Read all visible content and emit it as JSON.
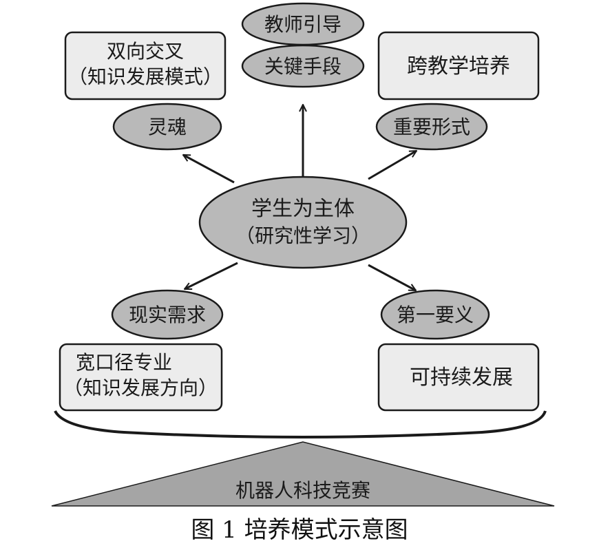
{
  "center": {
    "line1": "学生为主体",
    "line2": "（研究性学习）"
  },
  "top": {
    "upper": "教师引导",
    "lower": "关键手段"
  },
  "upper_left": {
    "ellipse": "灵魂",
    "box_line1": "双向交叉",
    "box_line2": "（知识发展模式）"
  },
  "upper_right": {
    "ellipse": "重要形式",
    "box": "跨教学培养"
  },
  "lower_left": {
    "ellipse": "现实需求",
    "box_line1": "宽口径专业",
    "box_line2": "（知识发展方向）"
  },
  "lower_right": {
    "ellipse": "第一要义",
    "box": "可持续发展"
  },
  "base": {
    "label": "机器人科技竞赛"
  },
  "caption": "图 1  培养模式示意图",
  "colors": {
    "ellipse": "#b9b9b9",
    "box": "#ececec",
    "stroke": "#1a1a1a",
    "base": "#a5a5a5"
  }
}
